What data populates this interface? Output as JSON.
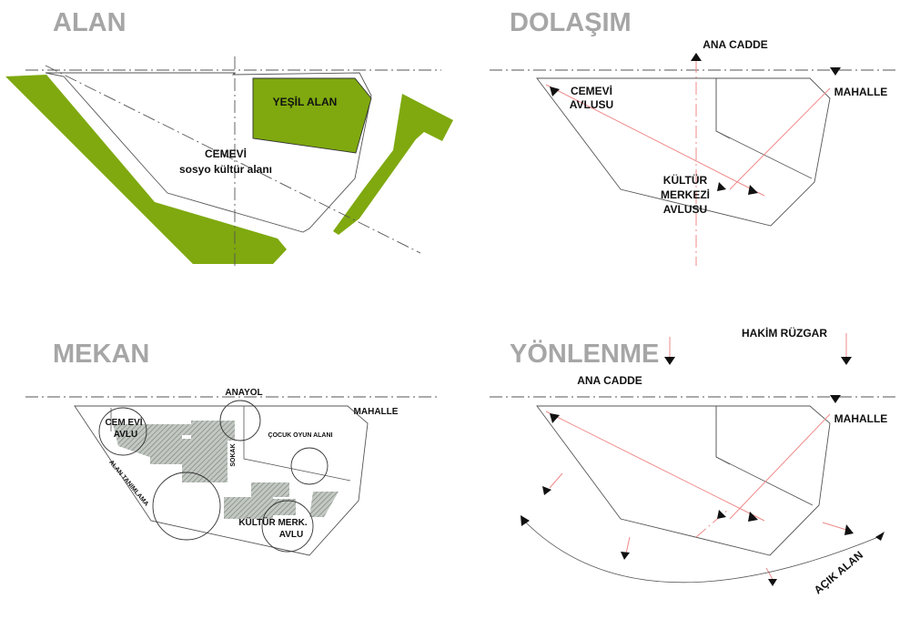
{
  "colors": {
    "green": "#7fa90f",
    "title_gray": "#a6a6a6",
    "line_gray": "#555555",
    "circulation_red": "#f08a8a",
    "hatch_gray": "#9aa39a"
  },
  "panels": {
    "alan": {
      "title": "ALAN",
      "yesil_alan": "YEŞİL ALAN",
      "cemevi_line1": "CEMEVİ",
      "cemevi_line2": "sosyo kültür alanı"
    },
    "dolasim": {
      "title": "DOLAŞIM",
      "ana_cadde": "ANA CADDE",
      "mahalle": "MAHALLE",
      "cemevi_avlusu_1": "CEMEVİ",
      "cemevi_avlusu_2": "AVLUSU",
      "kultur_1": "KÜLTÜR",
      "kultur_2": "MERKEZİ",
      "kultur_3": "AVLUSU"
    },
    "mekan": {
      "title": "MEKAN",
      "anayol": "ANAYOL",
      "mahalle": "MAHALLE",
      "cem_evi_1": "CEM EVİ",
      "cem_evi_2": "AVLU",
      "cocuk_oyun": "ÇOCUK OYUN ALANI",
      "sokak": "SOKAK",
      "alan_tanimlama": "ALAN TANIMLAMA",
      "kultur_merk_1": "KÜLTÜR MERK.",
      "kultur_merk_2": "AVLU"
    },
    "yonlenme": {
      "title": "YÖNLENME",
      "hakim_ruzgar": "HAKİM RÜZGAR",
      "ana_cadde": "ANA CADDE",
      "mahalle": "MAHALLE",
      "acik_alan": "AÇIK ALAN"
    }
  }
}
